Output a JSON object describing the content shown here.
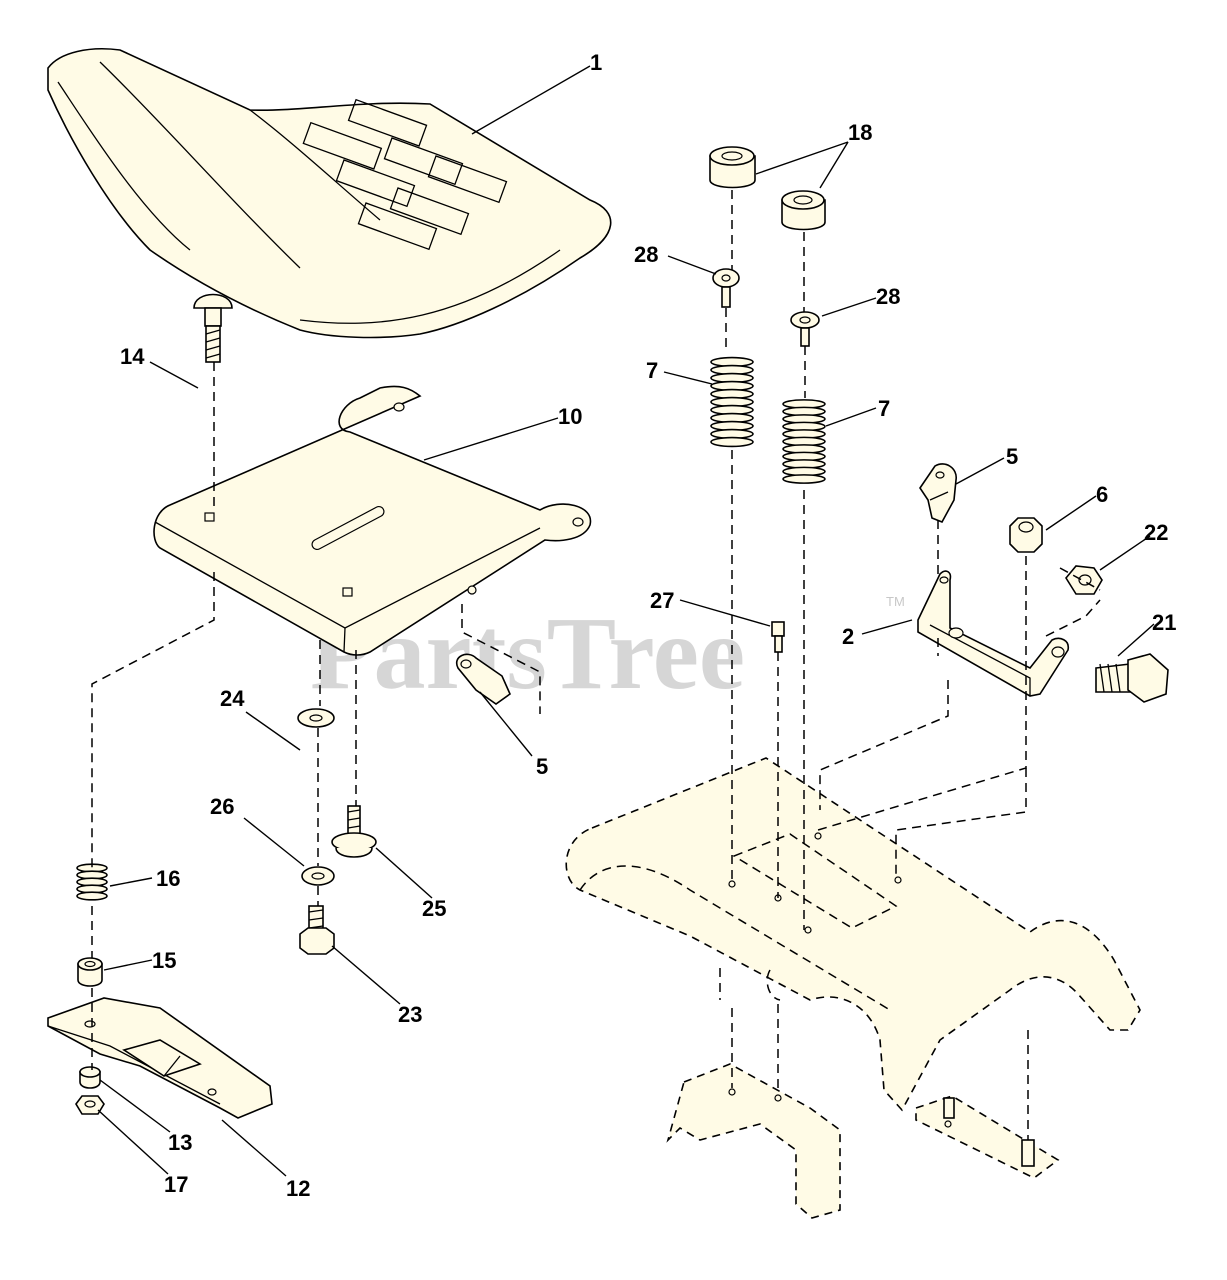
{
  "watermark": {
    "text": "PartsTree",
    "trademark": "TM"
  },
  "callouts": [
    "1",
    "18",
    "28",
    "28",
    "14",
    "10",
    "7",
    "7",
    "5",
    "6",
    "22",
    "27",
    "2",
    "21",
    "24",
    "5",
    "26",
    "25",
    "16",
    "15",
    "23",
    "13",
    "12",
    "17"
  ]
}
